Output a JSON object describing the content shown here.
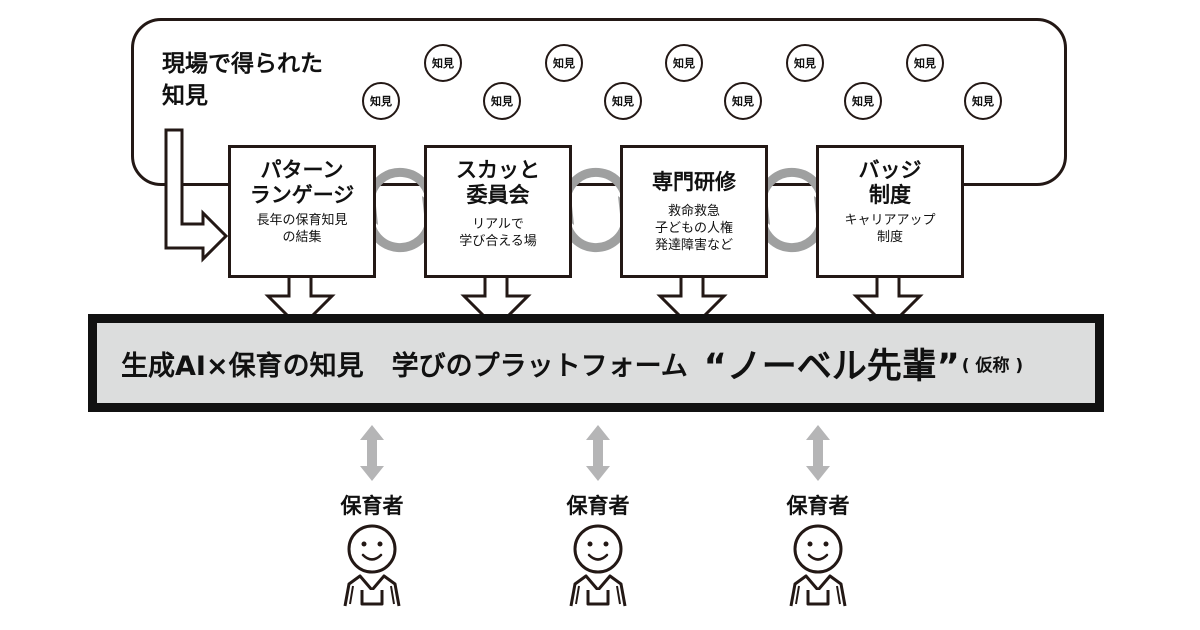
{
  "frame": {
    "title_line1": "現場で得られた",
    "title_line2": "知見"
  },
  "bubbles": [
    "知見",
    "知見",
    "知見",
    "知見",
    "知見",
    "知見",
    "知見",
    "知見",
    "知見",
    "知見",
    "知見",
    "知見"
  ],
  "cards": [
    {
      "title": [
        "パターン",
        "ランゲージ"
      ],
      "desc": [
        "長年の保育知見",
        "の結集"
      ]
    },
    {
      "title": [
        "スカッと",
        "委員会"
      ],
      "desc": [
        "リアルで",
        "学び合える場"
      ]
    },
    {
      "title": [
        "専門研修"
      ],
      "desc": [
        "救命救急",
        "子どもの人権",
        "発達障害など"
      ]
    },
    {
      "title": [
        "バッジ",
        "制度"
      ],
      "desc": [
        "キャリアアップ",
        "制度"
      ]
    }
  ],
  "platform": {
    "prefix": "生成AI×保育の知見",
    "middle": "学びのプラットフォーム",
    "brand": "“ノーベル先輩”",
    "tentative": "( 仮称 )"
  },
  "users": [
    "保育者",
    "保育者",
    "保育者"
  ],
  "colors": {
    "line": "#231815",
    "platform_fill": "#dcdddd",
    "cycle_arrow": "#9fa0a0",
    "updown_arrow": "#b5b5b6"
  }
}
